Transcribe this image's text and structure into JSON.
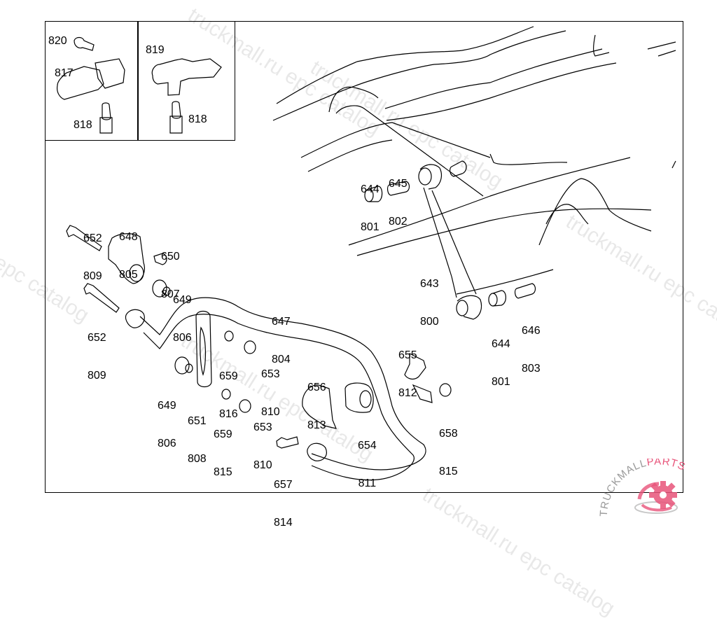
{
  "diagram": {
    "title": "",
    "inset_left": {
      "labels": [
        {
          "id": "820",
          "text": "820"
        },
        {
          "id": "817",
          "text": "817"
        },
        {
          "id": "818a",
          "text": "818"
        }
      ]
    },
    "inset_right": {
      "labels": [
        {
          "id": "819",
          "text": "819"
        },
        {
          "id": "818b",
          "text": "818"
        }
      ]
    },
    "callouts": [
      {
        "id": "644-801-top",
        "lines": [
          "644",
          "801"
        ]
      },
      {
        "id": "645-802",
        "lines": [
          "645",
          "802"
        ]
      },
      {
        "id": "652-809-top",
        "lines": [
          "652",
          "809"
        ]
      },
      {
        "id": "648-805",
        "lines": [
          "648",
          "805"
        ]
      },
      {
        "id": "650-807",
        "lines": [
          "650",
          "807"
        ]
      },
      {
        "id": "649-806-top",
        "lines": [
          "649",
          "806"
        ]
      },
      {
        "id": "643-800",
        "lines": [
          "643",
          "800"
        ]
      },
      {
        "id": "647-804",
        "lines": [
          "647",
          "804"
        ]
      },
      {
        "id": "646-803",
        "lines": [
          "646",
          "803"
        ]
      },
      {
        "id": "644-801-bottom",
        "lines": [
          "644",
          "801"
        ]
      },
      {
        "id": "652-809-bottom",
        "lines": [
          "652",
          "809"
        ]
      },
      {
        "id": "655-812",
        "lines": [
          "655",
          "812"
        ]
      },
      {
        "id": "659-816",
        "lines": [
          "659",
          "816"
        ]
      },
      {
        "id": "653-810-top",
        "lines": [
          "653",
          "810"
        ]
      },
      {
        "id": "656-813",
        "lines": [
          "656",
          "813"
        ]
      },
      {
        "id": "649-806-bottom",
        "lines": [
          "649",
          "806"
        ]
      },
      {
        "id": "651-808",
        "lines": [
          "651",
          "808"
        ]
      },
      {
        "id": "659-815",
        "lines": [
          "659",
          "815"
        ]
      },
      {
        "id": "653-810-bottom",
        "lines": [
          "653",
          "810"
        ]
      },
      {
        "id": "654-811",
        "lines": [
          "654",
          "811"
        ]
      },
      {
        "id": "658-815",
        "lines": [
          "658",
          "815"
        ]
      },
      {
        "id": "657-814",
        "lines": [
          "657",
          "814"
        ]
      }
    ]
  },
  "watermark": {
    "texts": [
      "truckmall.ru epc catalog",
      "truckmall.ru epc catalog",
      "truckmall.ru epc catalog",
      "l epc catalog",
      "truckmall.ru epc catalog",
      "truckmall.ru epc catalog"
    ]
  },
  "logo": {
    "text_left": "TRUCKMALL",
    "text_right": "PARTS",
    "brand_color": "#e8547a",
    "gray_color": "#9a9a9a"
  }
}
